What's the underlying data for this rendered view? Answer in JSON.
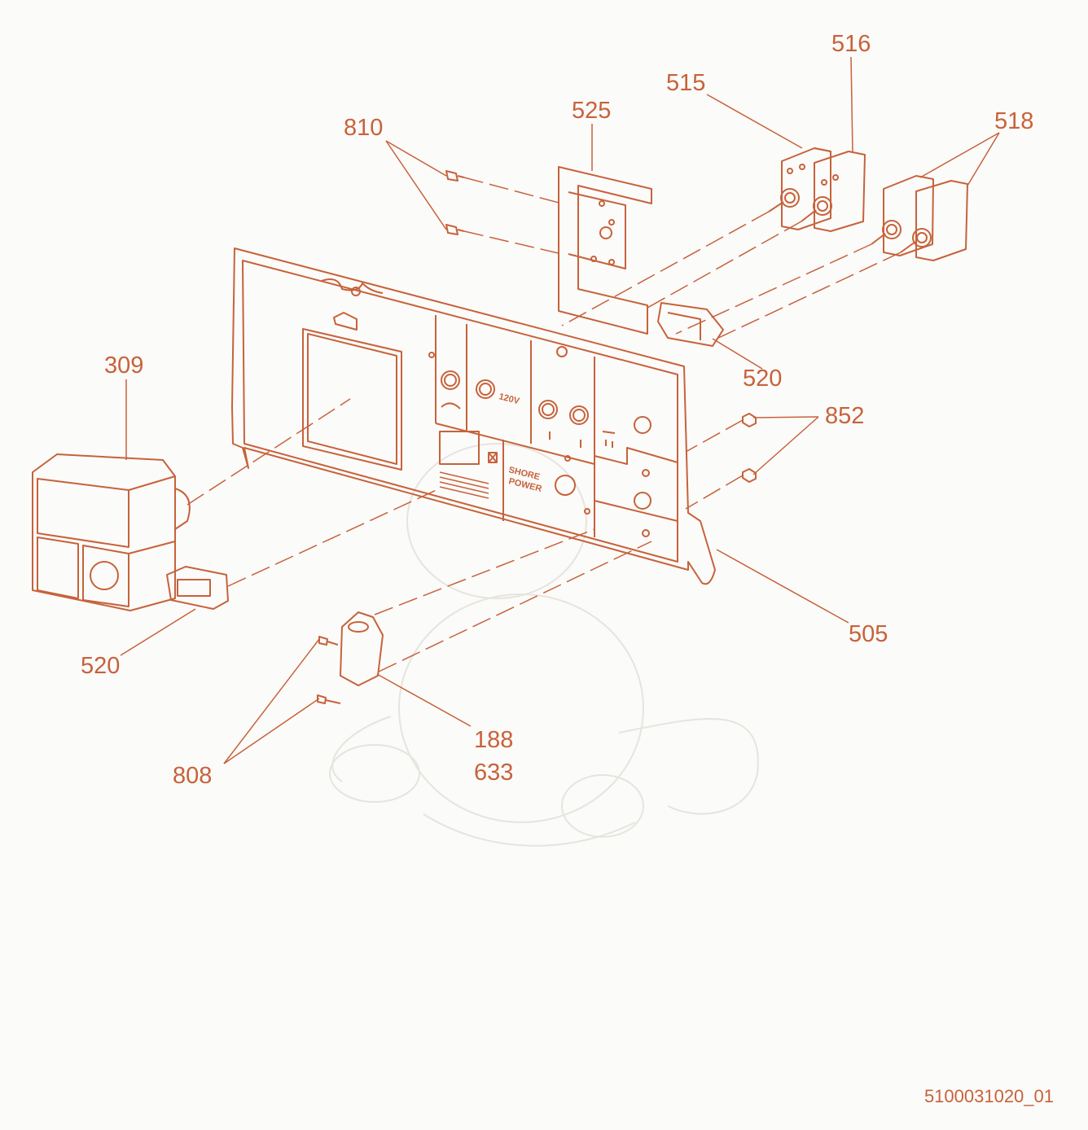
{
  "callouts": {
    "p516": "516",
    "p515": "515",
    "p525": "525",
    "p810": "810",
    "p518": "518",
    "p309": "309",
    "p520_upper": "520",
    "p852": "852",
    "p520_lower": "520",
    "p505": "505",
    "p188": "188",
    "p633": "633",
    "p808": "808"
  },
  "panel_labels": {
    "voltage": "120V",
    "shore_1": "SHORE",
    "shore_2": "POWER"
  },
  "drawing_id": "5100031020_01",
  "colors": {
    "line": "#c7623b",
    "background": "#fbfbf9",
    "watermark": "#e6e3de"
  }
}
